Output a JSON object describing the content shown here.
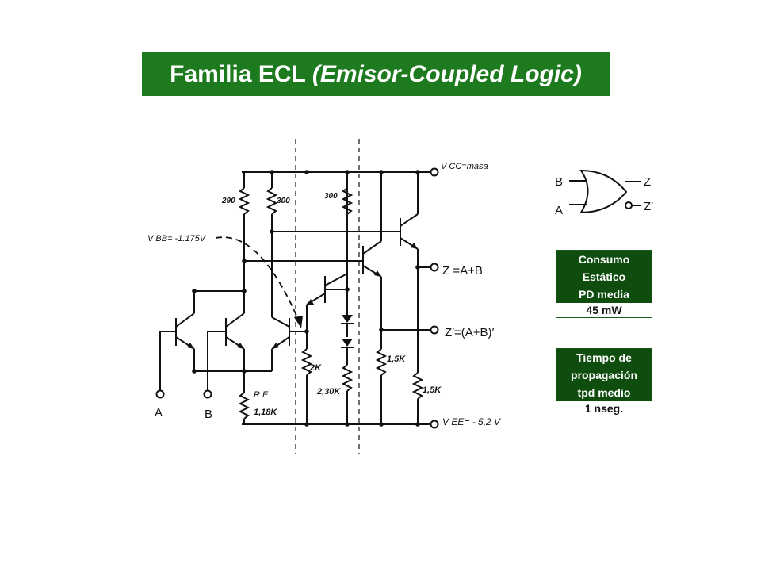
{
  "title": {
    "main": "Familia ECL",
    "subtitle": "(Emisor-Coupled Logic)"
  },
  "colors": {
    "title_bg": "#1e7a1e",
    "box_header": "#0f4d0f",
    "ink": "#111111"
  },
  "circuit": {
    "vcc": "V CC=masa",
    "vee": "V EE= - 5,2 V",
    "vbb": "V BB= -1.175V",
    "r_290": "290",
    "r_300a": "300",
    "r_300b": "300",
    "r_re_name": "R E",
    "r_re_value": "1,18K",
    "r_2k": "2K",
    "r_2_30k": "2,30K",
    "r_1_5k_a": "1,5K",
    "r_1_5k_b": "1,5K",
    "in_a": "A",
    "in_b": "B",
    "out_z": "Z =A+B",
    "out_zp": "Z′=(A+B)′"
  },
  "gate": {
    "in_b": "B",
    "in_a": "A",
    "out_z": "Z",
    "out_zp": "Z′"
  },
  "consumo": {
    "lines": [
      "Consumo",
      "Estático",
      "PD media"
    ],
    "value": "45 mW"
  },
  "tiempo": {
    "lines": [
      "Tiempo de",
      "propagación",
      "tpd medio"
    ],
    "value": "1 nseg."
  }
}
